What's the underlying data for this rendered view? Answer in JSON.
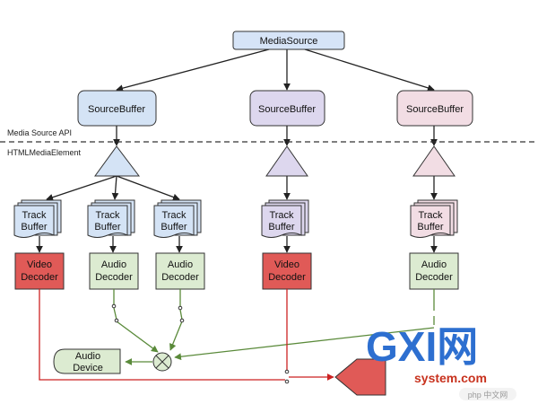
{
  "diagram": {
    "media_source": "MediaSource",
    "source_buffer": "SourceBuffer",
    "api_label": "Media Source API",
    "element_label": "HTMLMediaElement",
    "track_line1": "Track",
    "track_line2": "Buffer",
    "video_line1": "Video",
    "audio_line1": "Audio",
    "decoder_line2": "Decoder",
    "audio_device_line1": "Audio",
    "audio_device_line2": "Device"
  },
  "watermark": {
    "brand": "GXI网",
    "domain": "system.com",
    "badge": "php 中文网"
  },
  "colors": {
    "media_source_fill": "#d6e4f7",
    "blue_fill": "#d4e3f5",
    "purple_fill": "#ddd7ee",
    "pink_fill": "#f2dde4",
    "video_fill": "#e05a57",
    "audio_fill": "#dcebd1",
    "line_black": "#222222",
    "line_red": "#cc2222",
    "line_green": "#5a8a3a"
  }
}
